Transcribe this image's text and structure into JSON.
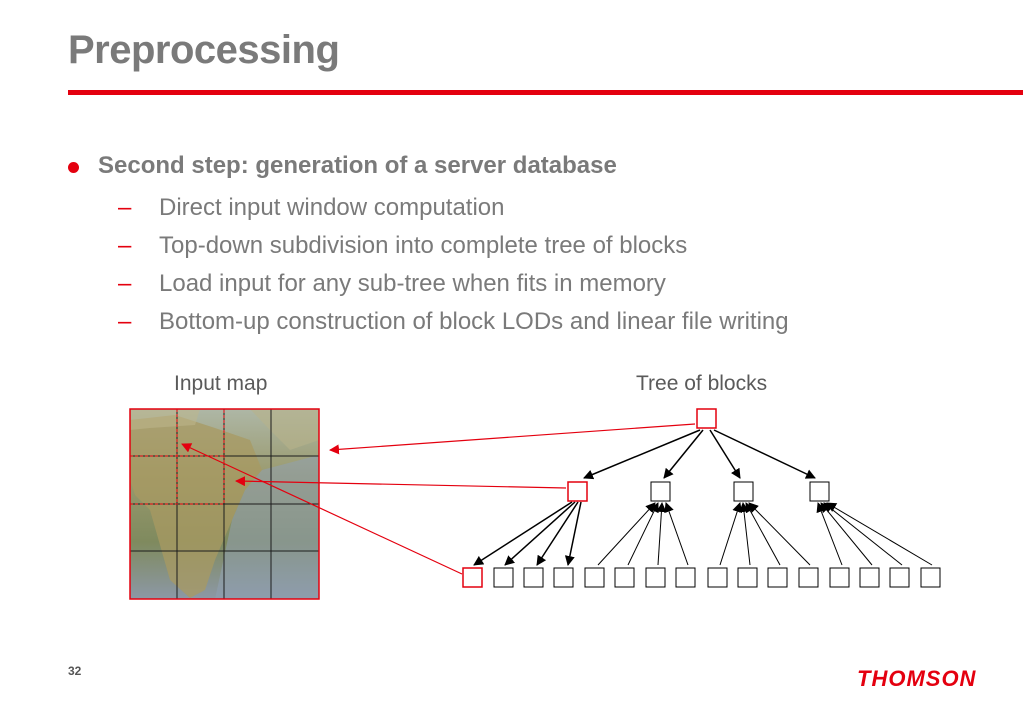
{
  "title": "Preprocessing",
  "bullet": "Second step: generation of a server database",
  "sub_items": [
    "Direct input window computation",
    "Top-down subdivision into complete tree of blocks",
    "Load input for any sub-tree when fits in memory",
    "Bottom-up construction of block LODs and linear file writing"
  ],
  "labels": {
    "input_map": "Input map",
    "tree_of_blocks": "Tree of blocks"
  },
  "footer": {
    "page_number": "32",
    "brand": "THOMSON"
  },
  "colors": {
    "accent": "#e4000f",
    "text": "#7a7a7a"
  }
}
